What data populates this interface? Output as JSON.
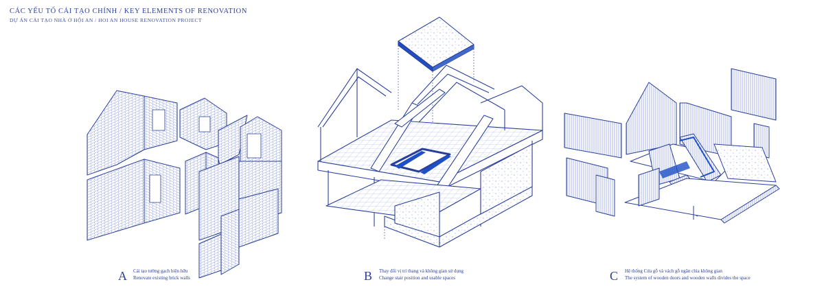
{
  "header": {
    "title": "CÁC YẾU TỐ CẢI TẠO CHÍNH / KEY ELEMENTS OF RENOVATION",
    "subtitle": "DỰ ÁN CẢI TẠO NHÀ Ở HỘI AN / HOI AN HOUSE RENOVATION PROJECT"
  },
  "panels": [
    {
      "letter": "A",
      "line1": "Cải tạo tường gạch hiện hữu",
      "line2": "Renovate existing brick walls"
    },
    {
      "letter": "B",
      "line1": "Thay đổi vị trí thang và không gian sử dụng",
      "line2": "Change stair position and usable spaces"
    },
    {
      "letter": "C",
      "line1": "Hệ thống Cửa gỗ và vách gỗ ngăn chia không gian",
      "line2": "The system of wooden doors and wooden walls divides the space"
    }
  ],
  "colors": {
    "ink": "#2a3f9a",
    "blue_fill": "#1e4fc4",
    "hatch": "#6b82d6"
  }
}
